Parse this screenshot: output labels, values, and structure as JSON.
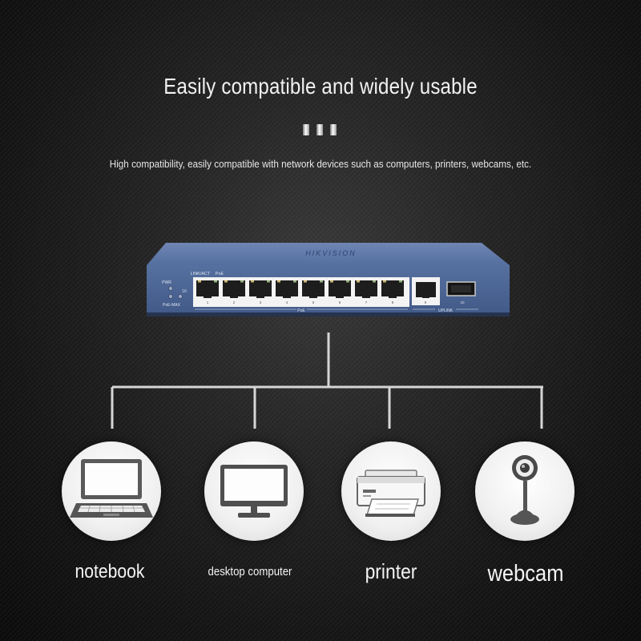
{
  "heading": {
    "title": "Easily compatible and widely usable",
    "subtitle": "High compatibility, easily compatible with network devices such as computers, printers, webcams, etc."
  },
  "switch": {
    "brand": "HIKVISION",
    "pwr_label": "PWR",
    "ten_label": "10",
    "poe_max_label": "PoE-MAX",
    "link_act_label": "LINK/ACT",
    "poe_label": "PoE",
    "port_numbers": [
      "1",
      "2",
      "3",
      "4",
      "5",
      "6",
      "7",
      "8"
    ],
    "uplink_port_number": "9",
    "sfp_port_number": "10",
    "poe_group_label": "PoE",
    "uplink_group_label": "UPLINK",
    "body_color": "#4d6596"
  },
  "devices": [
    {
      "icon": "laptop-icon",
      "label": "notebook"
    },
    {
      "icon": "desktop-monitor-icon",
      "label": "desktop computer"
    },
    {
      "icon": "printer-icon",
      "label": "printer"
    },
    {
      "icon": "webcam-icon",
      "label": "webcam"
    }
  ]
}
